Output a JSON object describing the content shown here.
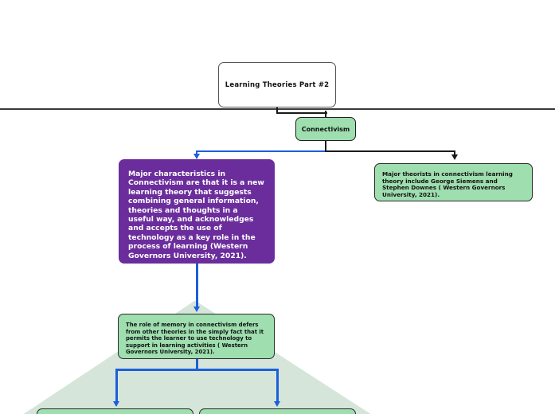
{
  "document": {
    "title": "Learning Theories Part #2",
    "type": "concept-map"
  },
  "colors": {
    "purple": "#6B2D9C",
    "green": "#9EDEAF",
    "trapezoid_fill": "#D6E5DA",
    "blue_connector": "#1B5FDD",
    "black_connector": "#1A1A1A",
    "white": "#FFFFFF"
  },
  "nodes": {
    "title_box": {
      "label": "Learning Theories Part #2"
    },
    "connectivism": {
      "label": "Connectivism"
    },
    "characteristics": {
      "label": "Major characteristics in Connectivism are that it is a new learning theory that suggests combining general information, theories and thoughts in a useful way, and acknowledges and accepts the use of technology as a key role in the process of learning (Western Governors University, 2021)."
    },
    "theorists": {
      "label": "Major theorists in connectivism learning theory include George Siemens and Stephen Downes ( Western Governors University, 2021)."
    },
    "memory": {
      "label": "The role of memory in connectivism defers from other theories in the simply fact that it permits the learner to use technology to support in learning activities ( Western Governors University, 2021)."
    },
    "bottom_left": {
      "label": ""
    },
    "bottom_right": {
      "label": ""
    }
  }
}
